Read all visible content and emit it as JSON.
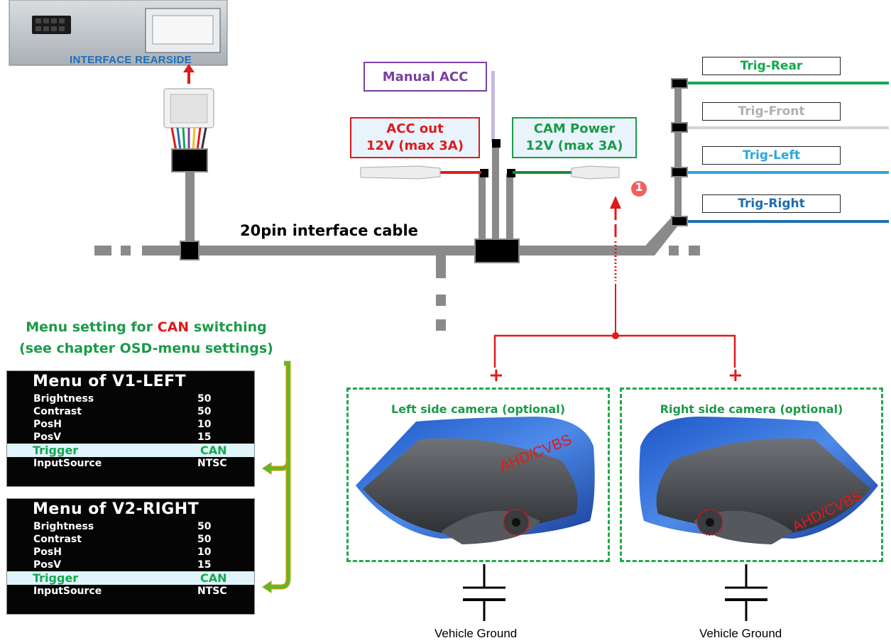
{
  "interface": {
    "rearside_label": "INTERFACE REARSIDE"
  },
  "cable": {
    "label": "20pin interface cable"
  },
  "power": {
    "manual_acc": "Manual ACC",
    "acc_out_line1": "ACC out",
    "acc_out_line2": "12V (max 3A)",
    "cam_power_line1": "CAM Power",
    "cam_power_line2": "12V (max 3A)",
    "marker": "1"
  },
  "triggers": [
    "Trig-Rear",
    "Trig-Front",
    "Trig-Left",
    "Trig-Right"
  ],
  "colors": {
    "trig_rear": "#13a84d",
    "trig_front": "#d4d4d4",
    "trig_left": "#2aa6e0",
    "trig_right": "#1c6fb3",
    "cable": "#8a8a8a",
    "accent_red": "#e01a1a",
    "accent_green": "#1a9b48"
  },
  "menu_heading": {
    "part1": "Menu setting for ",
    "part_red": "CAN",
    "part2": " switching",
    "line2": "(see chapter OSD-menu settings)"
  },
  "menus": [
    {
      "title": "Menu of V1-LEFT",
      "rows": [
        {
          "key": "Brightness",
          "value": "50"
        },
        {
          "key": "Contrast",
          "value": "50"
        },
        {
          "key": "PosH",
          "value": "10"
        },
        {
          "key": "PosV",
          "value": "15"
        },
        {
          "key": "Trigger",
          "value": "CAN"
        },
        {
          "key": "InputSource",
          "value": "NTSC"
        }
      ]
    },
    {
      "title": "Menu of V2-RIGHT",
      "rows": [
        {
          "key": "Brightness",
          "value": "50"
        },
        {
          "key": "Contrast",
          "value": "50"
        },
        {
          "key": "PosH",
          "value": "10"
        },
        {
          "key": "PosV",
          "value": "15"
        },
        {
          "key": "Trigger",
          "value": "CAN"
        },
        {
          "key": "InputSource",
          "value": "NTSC"
        }
      ]
    }
  ],
  "cameras": {
    "left": {
      "title": "Left side camera (optional)",
      "signal": "AHD/CVBS",
      "plus": "+"
    },
    "right": {
      "title": "Right side camera (optional)",
      "signal": "AHD/CVBS",
      "plus": "+"
    }
  },
  "ground": {
    "left": "Vehicle Ground",
    "right": "Vehicle Ground"
  }
}
